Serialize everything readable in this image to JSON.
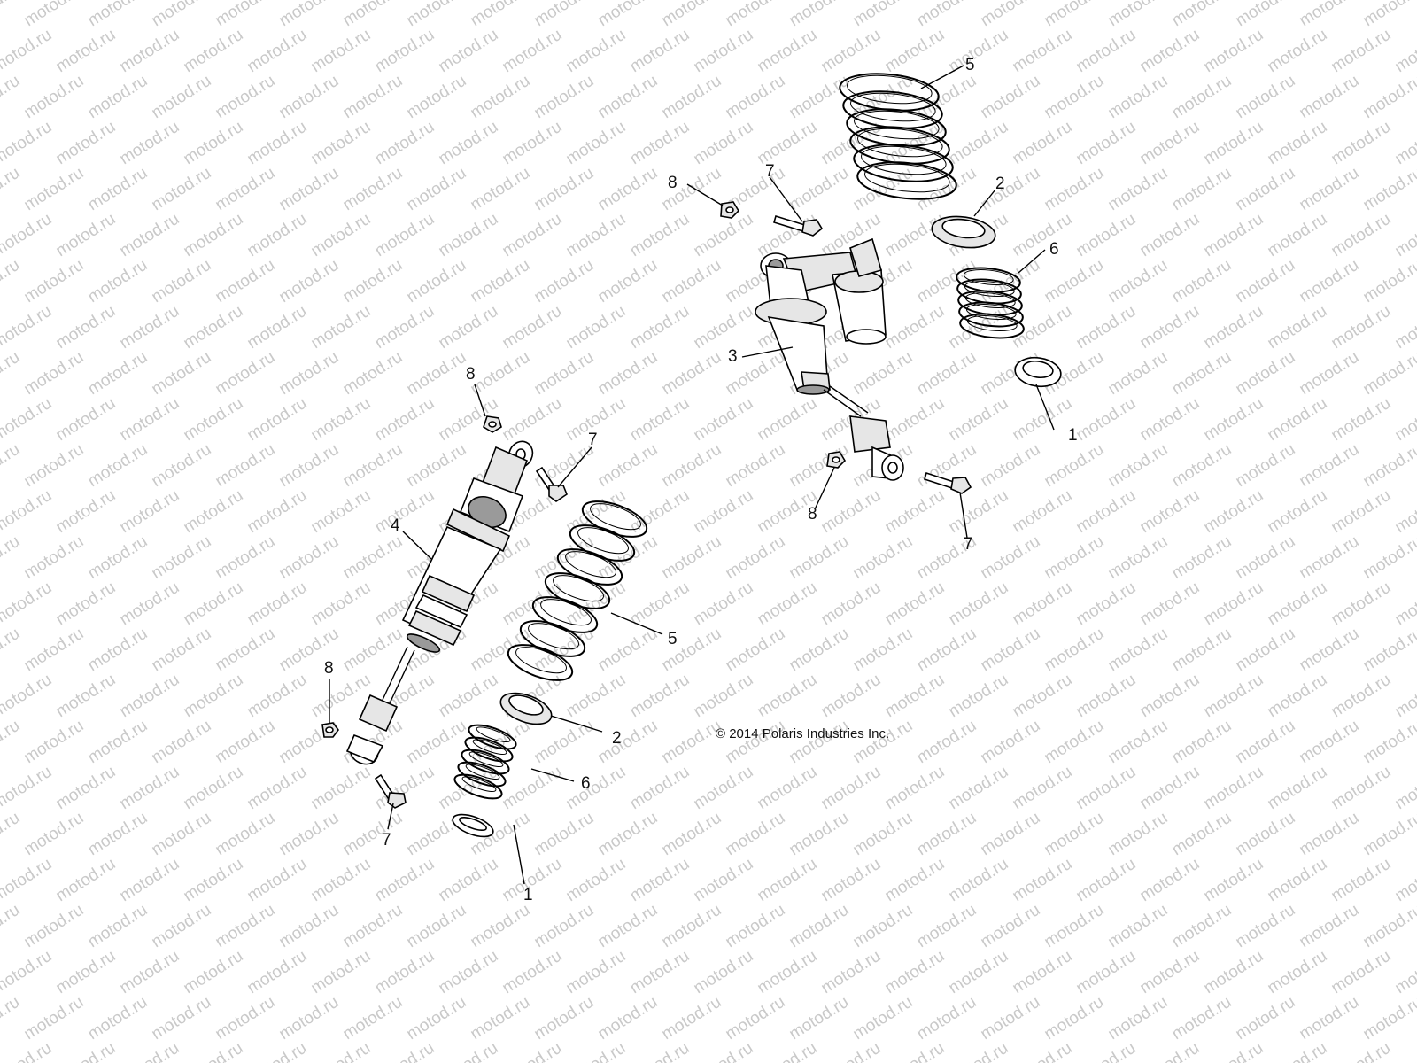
{
  "watermark": "motod.ru",
  "copyright": "© 2014 Polaris Industries Inc.",
  "callouts": [
    {
      "id": "left-1",
      "label": "1"
    },
    {
      "id": "left-2",
      "label": "2"
    },
    {
      "id": "left-4",
      "label": "4"
    },
    {
      "id": "left-5",
      "label": "5"
    },
    {
      "id": "left-6",
      "label": "6"
    },
    {
      "id": "left-7-top",
      "label": "7"
    },
    {
      "id": "left-7-bottom",
      "label": "7"
    },
    {
      "id": "left-8-top",
      "label": "8"
    },
    {
      "id": "left-8-bottom",
      "label": "8"
    },
    {
      "id": "right-1",
      "label": "1"
    },
    {
      "id": "right-2",
      "label": "2"
    },
    {
      "id": "right-3",
      "label": "3"
    },
    {
      "id": "right-5",
      "label": "5"
    },
    {
      "id": "right-6",
      "label": "6"
    },
    {
      "id": "right-7-top",
      "label": "7"
    },
    {
      "id": "right-7-bottom",
      "label": "7"
    },
    {
      "id": "right-8-top",
      "label": "8"
    },
    {
      "id": "right-8-bottom",
      "label": "8"
    }
  ]
}
